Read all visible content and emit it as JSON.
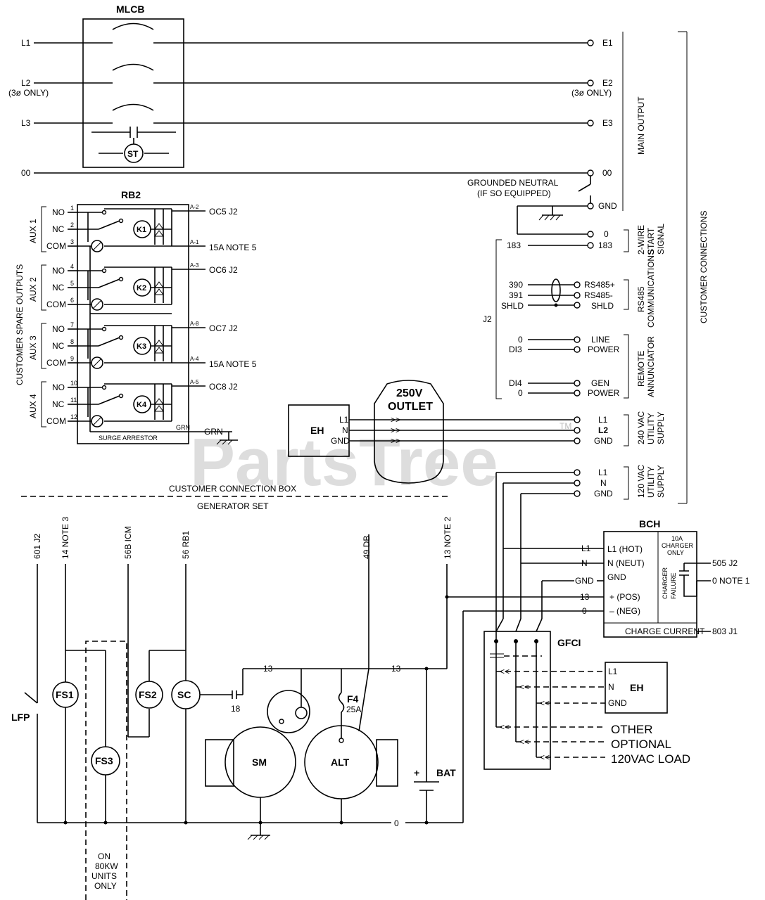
{
  "watermark": "PartsTree",
  "watermark_tm": "TM",
  "mlcb": {
    "title": "MLCB",
    "st": "ST",
    "l1": "L1",
    "l2": "L2",
    "l2_note": "(3ø ONLY)",
    "l3": "L3",
    "l0": "00",
    "e1": "E1",
    "e2": "E2",
    "e2_note": "(3ø ONLY)",
    "e3": "E3",
    "e0": "00",
    "gnd": "GND",
    "grounded_neutral": "GROUNDED NEUTRAL",
    "if_equipped": "(IF SO EQUIPPED)"
  },
  "rb2": {
    "title": "RB2",
    "surge": "SURGE ARRESTOR",
    "grn": "GRN",
    "grn2": "GRN",
    "side_label": "CUSTOMER SPARE OUTPUTS",
    "aux": [
      {
        "name": "AUX 1",
        "relay": "K1",
        "pins": [
          "1",
          "2",
          "3"
        ],
        "out1": "A-2",
        "out1_label": "OC5 J2",
        "out2": "A-1",
        "out2_label": "15A NOTE 5"
      },
      {
        "name": "AUX 2",
        "relay": "K2",
        "pins": [
          "4",
          "5",
          "6"
        ],
        "out1": "A-3",
        "out1_label": "OC6 J2"
      },
      {
        "name": "AUX 3",
        "relay": "K3",
        "pins": [
          "7",
          "8",
          "9"
        ],
        "out1": "A-8",
        "out1_label": "OC7 J2",
        "out2": "A-4",
        "out2_label": "15A NOTE 5"
      },
      {
        "name": "AUX 4",
        "relay": "K4",
        "pins": [
          "10",
          "11",
          "12"
        ],
        "out1": "A-5",
        "out1_label": "OC8 J2"
      }
    ],
    "contacts": [
      "NO",
      "NC",
      "COM"
    ]
  },
  "right": {
    "main_output": "MAIN OUTPUT",
    "customer_connections": "CUSTOMER CONNECTIONS",
    "two_wire": [
      "2-WIRE",
      "START",
      "SIGNAL"
    ],
    "rs485": [
      "RS485",
      "COMMUNICATIONS"
    ],
    "remote": [
      "REMOTE",
      "ANNUNCIATOR"
    ],
    "v240": [
      "240 VAC",
      "UTILITY",
      "SUPPLY"
    ],
    "v120": [
      "120 VAC",
      "UTILITY",
      "SUPPLY"
    ],
    "j2": "J2",
    "start0": "0",
    "start183l": "183",
    "start183r": "183",
    "rs_rows": [
      {
        "l": "390",
        "r": "RS485+"
      },
      {
        "l": "391",
        "r": "RS485-"
      },
      {
        "l": "SHLD",
        "r": "SHLD"
      }
    ],
    "ann_rows": [
      {
        "l": "0",
        "r": "LINE"
      },
      {
        "l": "DI3",
        "r": "POWER"
      },
      {
        "l": "DI4",
        "r": "GEN"
      },
      {
        "l": "0",
        "r": "POWER"
      }
    ],
    "s240": [
      "L1",
      "L2",
      "GND"
    ],
    "s120": [
      "L1",
      "N",
      "GND"
    ]
  },
  "outlet": {
    "title": "250V",
    "sub": "OUTLET",
    "eh": "EH",
    "pins": [
      "L1",
      "N",
      "GND"
    ]
  },
  "box": {
    "ccb": "CUSTOMER CONNECTION BOX",
    "genset": "GENERATOR SET"
  },
  "gen": {
    "wires": [
      "601 J2",
      "14 NOTE 3",
      "56B ICM",
      "56 RB1",
      "49 DB",
      "13 NOTE 2"
    ],
    "lfp": "LFP",
    "fs1": "FS1",
    "fs2": "FS2",
    "fs3": "FS3",
    "sc": "SC",
    "sm": "SM",
    "alt": "ALT",
    "w13a": "13",
    "w13b": "13",
    "w18": "18",
    "f4": "F4",
    "f4r": "25A",
    "bat": "BAT",
    "plus": "+",
    "w0": "0",
    "note": [
      "ON",
      "80KW",
      "UNITS",
      "ONLY"
    ]
  },
  "bch": {
    "title": "BCH",
    "rows": [
      "L1 (HOT)",
      "N (NEUT)",
      "GND",
      "+ (POS)",
      "– (NEG)"
    ],
    "left": [
      "L1",
      "N",
      "GND",
      "13",
      "0"
    ],
    "charger": [
      "10A",
      "CHARGER",
      "ONLY"
    ],
    "fail": [
      "CHARGER",
      "FAILURE"
    ],
    "r505": "505 J2",
    "r0": "0 NOTE 1",
    "cc": "CHARGE CURRENT",
    "r803": "803 J1"
  },
  "gfci": {
    "title": "GFCI",
    "eh": "EH",
    "pins": [
      "L1",
      "N",
      "GND"
    ],
    "other": [
      "OTHER",
      "OPTIONAL",
      "120VAC LOAD"
    ]
  }
}
